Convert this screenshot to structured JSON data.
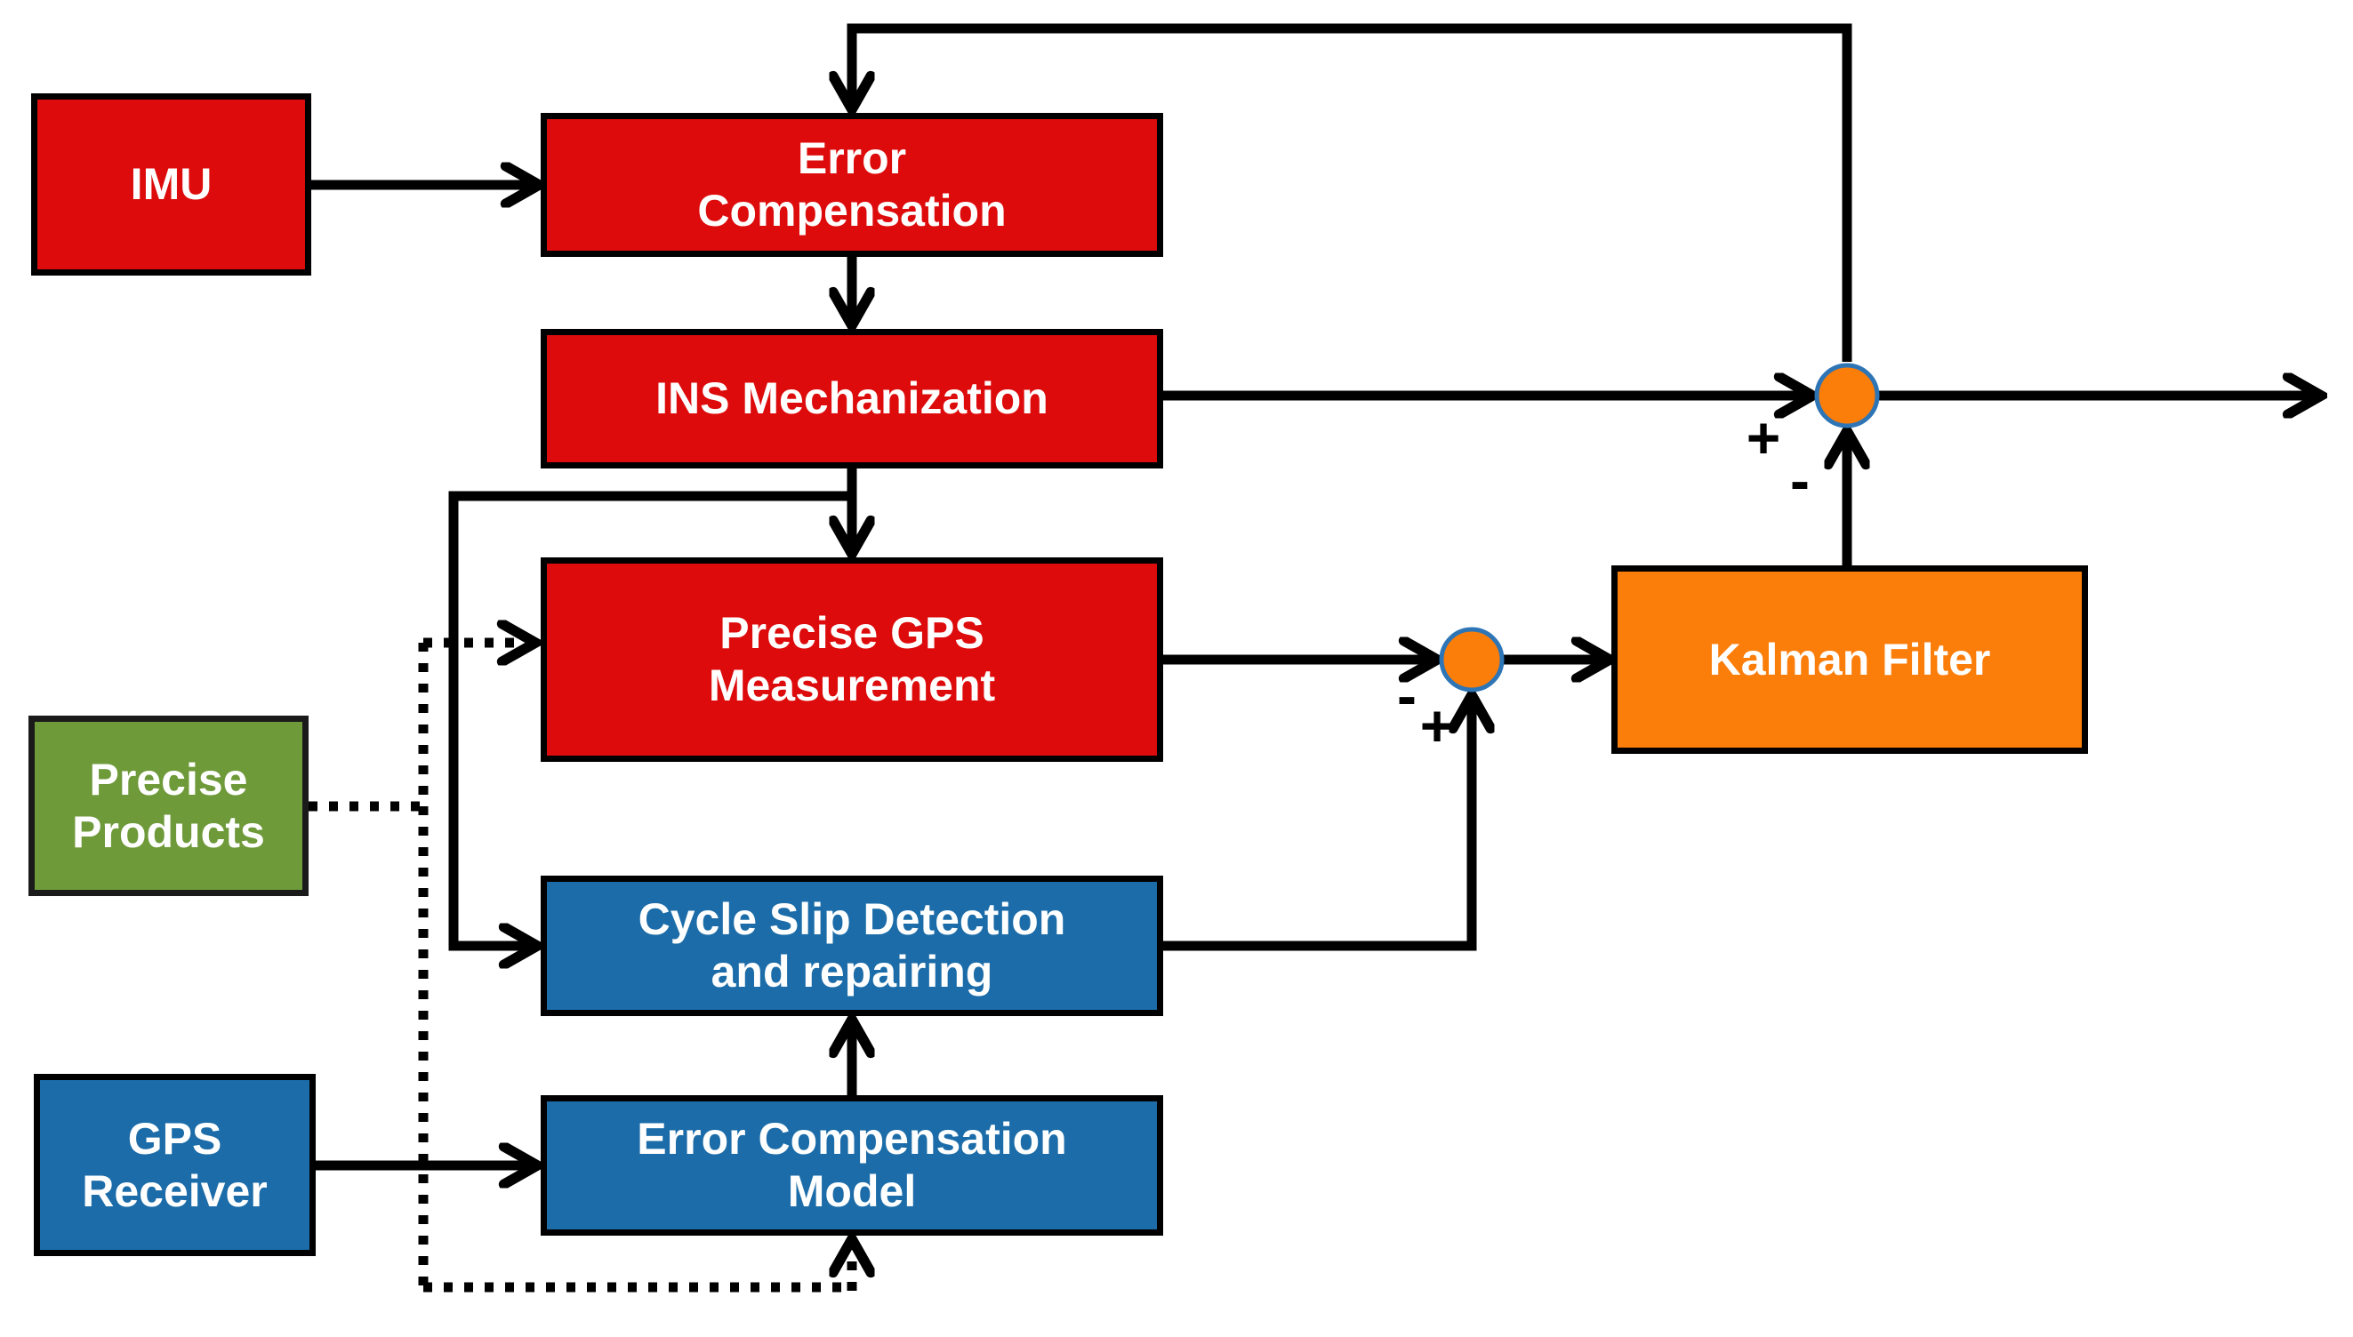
{
  "colors": {
    "node_red": "#DD0B0B",
    "node_blue": "#1B6CA8",
    "node_green": "#6F9A3A",
    "node_orange": "#FB7D0A",
    "junction_fill": "#FB7D0A",
    "junction_border": "#2E75B6",
    "line": "#000000",
    "text": "#FFFFFF",
    "background": "#FFFFFF"
  },
  "nodes": {
    "imu": {
      "label": "IMU",
      "color": "#DD0B0B"
    },
    "error_compensation": {
      "label": "Error\nCompensation",
      "color": "#DD0B0B"
    },
    "ins_mechanization": {
      "label": "INS Mechanization",
      "color": "#DD0B0B"
    },
    "precise_gps_measurement": {
      "label": "Precise GPS\nMeasurement",
      "color": "#DD0B0B"
    },
    "precise_products": {
      "label": "Precise\nProducts",
      "color": "#6F9A3A"
    },
    "cycle_slip": {
      "label": "Cycle Slip Detection\nand repairing",
      "color": "#1B6CA8"
    },
    "gps_receiver": {
      "label": "GPS\nReceiver",
      "color": "#1B6CA8"
    },
    "error_compensation_model": {
      "label": "Error Compensation\nModel",
      "color": "#1B6CA8"
    },
    "kalman_filter": {
      "label": "Kalman Filter",
      "color": "#FB7D0A"
    }
  },
  "junctions": {
    "output_sum": {
      "plus_sign": "+",
      "minus_sign": "-"
    },
    "measurement_diff": {
      "minus_sign": "-",
      "plus_sign": "+"
    }
  }
}
